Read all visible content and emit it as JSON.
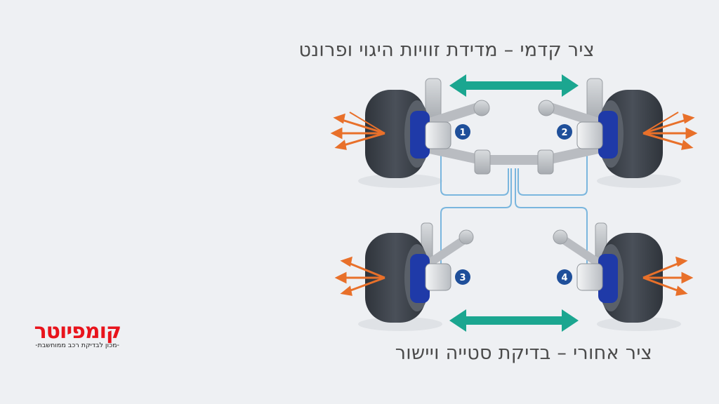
{
  "captions": {
    "front": "ציר קדמי – מדידת זוויות היגוי ופרונט",
    "rear": "ציר אחורי – בדיקת סטייה ויישור"
  },
  "wheels": [
    {
      "number": "1",
      "position": "front-left"
    },
    {
      "number": "2",
      "position": "front-right"
    },
    {
      "number": "3",
      "position": "rear-left"
    },
    {
      "number": "4",
      "position": "rear-right"
    }
  ],
  "logo": {
    "name": "קומפיוטר",
    "tagline": "-מכון לבדיקת רכב ממוחשבת-"
  },
  "colors": {
    "background": "#eef0f3",
    "tire": "#3c4149",
    "hub": "#1f3aa8",
    "arrow_teal": "#1ba690",
    "force_orange": "#e8702a",
    "cable_blue": "#7ab6de",
    "badge": "#1f4f9a",
    "logo_red": "#e8141c"
  },
  "icons": [
    "double-arrow-icon",
    "force-arrows-icon",
    "sensor-clamp-icon"
  ]
}
